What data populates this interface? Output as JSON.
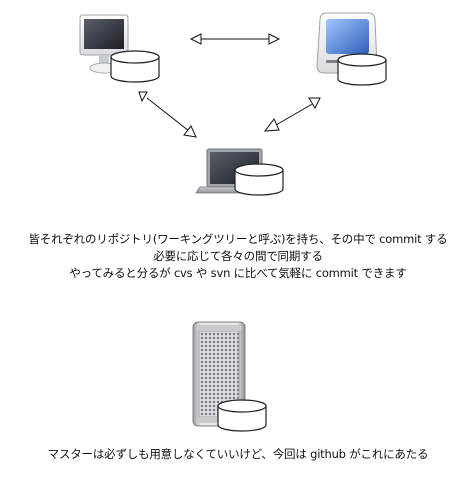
{
  "caption": {
    "line1": "皆それぞれのリポジトリ(ワーキングツリーと呼ぶ)を持ち、その中で commit する",
    "line2": "必要に応じて各々の間で同期する",
    "line3": "やってみると分るが cvs や svn に比べて気軽に commit できます"
  },
  "footer": {
    "text": "マスターは必ずしも用意しなくていいけど、今回は github がこれにあたる"
  },
  "colors": {
    "arrow": "#111111",
    "disk": "#ffffff",
    "disk_edge": "#222222",
    "screen": "#2a2d36"
  }
}
